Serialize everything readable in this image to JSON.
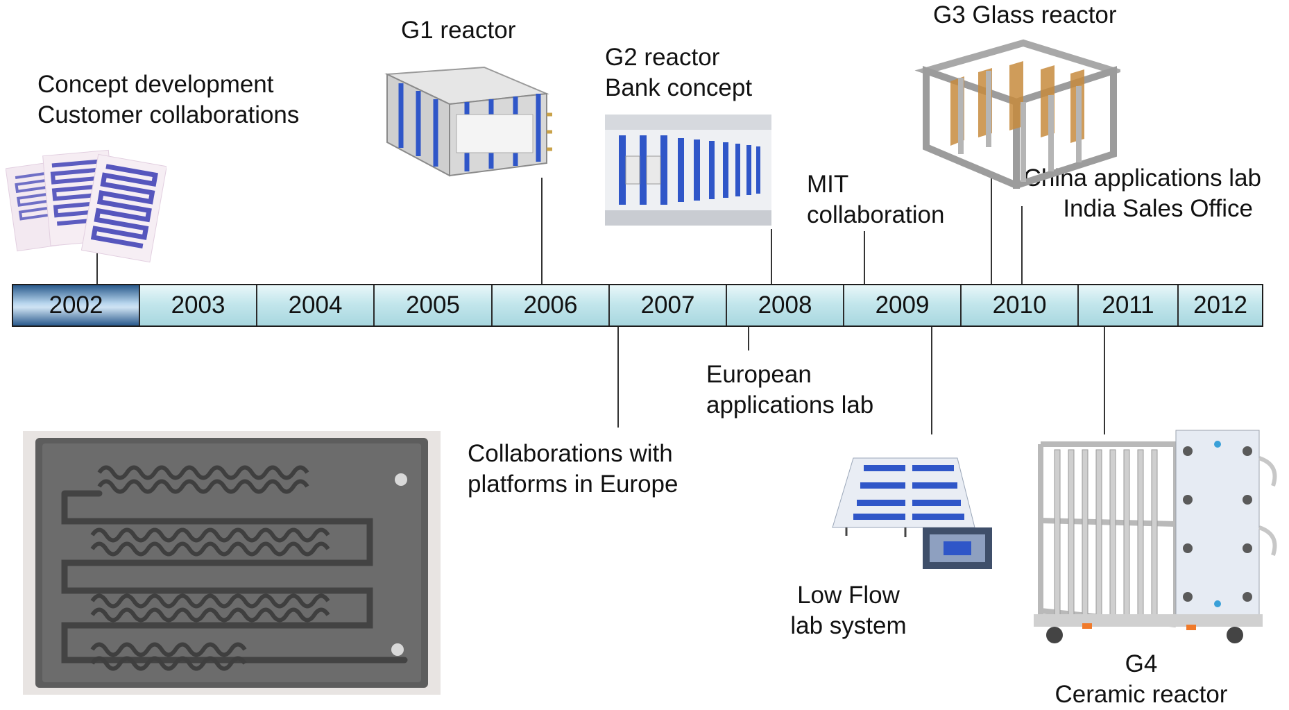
{
  "timeline": {
    "years": [
      "2002",
      "2003",
      "2004",
      "2005",
      "2006",
      "2007",
      "2008",
      "2009",
      "2010",
      "2011",
      "2012"
    ],
    "highlighted_year": "2002"
  },
  "milestones": {
    "concept": {
      "line1": "Concept development",
      "line2": "Customer collaborations"
    },
    "g1": {
      "line1": "G1 reactor"
    },
    "g2": {
      "line1": "G2 reactor",
      "line2": "Bank concept"
    },
    "mit": {
      "line1": "MIT",
      "line2": "collaboration"
    },
    "g3": {
      "line1": "G3 Glass reactor"
    },
    "china": {
      "line1": "China applications lab",
      "line2": "India Sales Office"
    },
    "europe_platforms": {
      "line1": "Collaborations with",
      "line2": "platforms in Europe"
    },
    "european_lab": {
      "line1": "European",
      "line2": "applications lab"
    },
    "low_flow": {
      "line1": "Low Flow",
      "line2": "lab system"
    },
    "g4": {
      "line1": "G4",
      "line2": "Ceramic reactor"
    }
  },
  "colors": {
    "cell_light": "#c3e6ec",
    "cell_highlight": "#2a5a8c",
    "reactor_blue": "#2f56c8",
    "frame_gray": "#b8b8b8",
    "plate_gray": "#5f5f5f"
  }
}
